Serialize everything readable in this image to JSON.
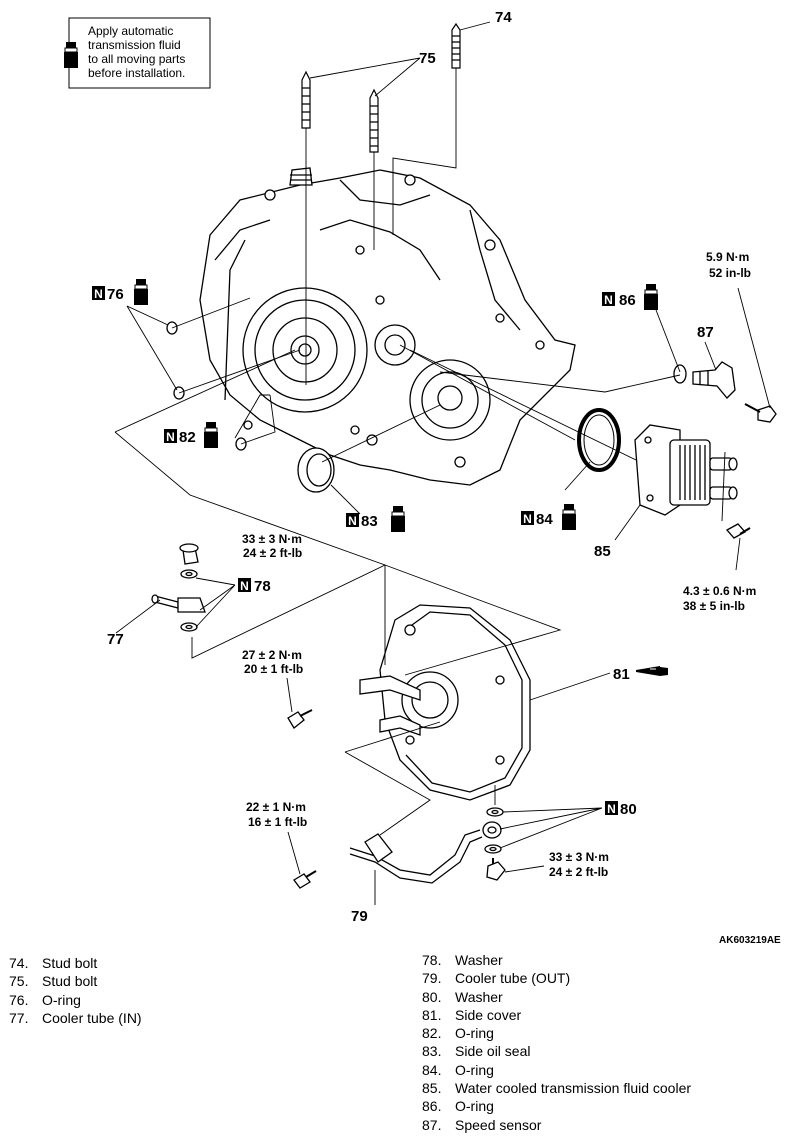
{
  "note": {
    "lines": [
      "Apply automatic",
      "transmission fluid",
      "to all moving parts",
      "before installation."
    ]
  },
  "new_part_mark": "N",
  "callouts": {
    "c74": "74",
    "c75": "75",
    "c76": "76",
    "c77": "77",
    "c78": "78",
    "c79": "79",
    "c80": "80",
    "c81": "81",
    "c82": "82",
    "c83": "83",
    "c84": "84",
    "c85": "85",
    "c86": "86",
    "c87": "87"
  },
  "torques": {
    "t87_a": "5.9 N·m",
    "t87_b": "52 in-lb",
    "t77_a": "33 ± 3 N·m",
    "t77_b": "24 ± 2 ft-lb",
    "t85_a": "4.3 ± 0.6 N·m",
    "t85_b": "38 ± 5 in-lb",
    "t81_a": "27 ± 2 N·m",
    "t81_b": "20 ± 1 ft-lb",
    "t79_a": "22 ± 1 N·m",
    "t79_b": "16 ± 1 ft-lb",
    "t80_a": "33 ± 3 N·m",
    "t80_b": "24 ± 2 ft-lb"
  },
  "figure_code": "AK603219AE",
  "parts_left": [
    {
      "num": "74.",
      "name": "Stud bolt"
    },
    {
      "num": "75.",
      "name": "Stud bolt"
    },
    {
      "num": "76.",
      "name": "O-ring"
    },
    {
      "num": "77.",
      "name": "Cooler tube (IN)"
    }
  ],
  "parts_right": [
    {
      "num": "78.",
      "name": "Washer"
    },
    {
      "num": "79.",
      "name": "Cooler tube (OUT)"
    },
    {
      "num": "80.",
      "name": "Washer"
    },
    {
      "num": "81.",
      "name": "Side cover"
    },
    {
      "num": "82.",
      "name": "O-ring"
    },
    {
      "num": "83.",
      "name": "Side oil seal"
    },
    {
      "num": "84.",
      "name": "O-ring"
    },
    {
      "num": "85.",
      "name": "Water cooled transmission fluid cooler"
    },
    {
      "num": "86.",
      "name": "O-ring"
    },
    {
      "num": "87.",
      "name": "Speed sensor"
    }
  ]
}
